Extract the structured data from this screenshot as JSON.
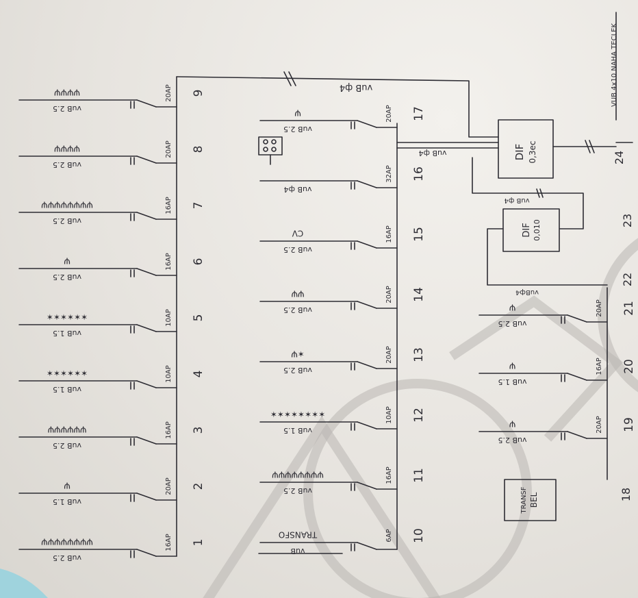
{
  "diagram": {
    "supply_label": "VUB 4x10 NAHA TECLEK",
    "main_feed_label": "vuB ф4",
    "rcd_main": {
      "line1": "DIF",
      "line2": "0,3ec",
      "number": "24",
      "feed_label": "vuB ф4"
    },
    "rcd_2": {
      "line1": "DIF",
      "line2": "0,010",
      "number": "23",
      "feed_in_label": "vuB ф4",
      "feed_out_label": "vuBф4"
    },
    "number_22": "22",
    "transformer": {
      "line1": "TRANSF",
      "line2": "BEL",
      "number": "18"
    },
    "top_row": [
      {
        "num": "1",
        "breaker": "16AP",
        "cable": "vuB 2.5",
        "symbols": "ΨΨΨΨΨΨΨΨ"
      },
      {
        "num": "2",
        "breaker": "20AP",
        "cable": "vuB 1.5",
        "symbols": "Ψ"
      },
      {
        "num": "3",
        "breaker": "16AP",
        "cable": "vuB 2.5",
        "symbols": "ΨΨΨΨΨΨ"
      },
      {
        "num": "4",
        "breaker": "10AP",
        "cable": "vuB 1.5",
        "symbols": "✶✶✶✶✶✶"
      },
      {
        "num": "5",
        "breaker": "10AP",
        "cable": "vuB 1.5",
        "symbols": "✶✶✶✶✶✶"
      },
      {
        "num": "6",
        "breaker": "16AP",
        "cable": "vuB 2.5",
        "symbols": "Ψ"
      },
      {
        "num": "7",
        "breaker": "16AP",
        "cable": "vuB 2.5",
        "symbols": "ΨΨΨΨΨΨΨΨ"
      },
      {
        "num": "8",
        "breaker": "20AP",
        "cable": "vuB 2.5",
        "symbols": "ΨΨΨΨ"
      },
      {
        "num": "9",
        "breaker": "20AP",
        "cable": "vuB 2.5",
        "symbols": "ΨΨΨΨ"
      }
    ],
    "mid_row": [
      {
        "num": "10",
        "breaker": "6AP",
        "cable": "vuB",
        "symbols": "TRANSFO"
      },
      {
        "num": "11",
        "breaker": "16AP",
        "cable": "vuB 2.5",
        "symbols": "ΨΨΨΨΨΨΨΨ"
      },
      {
        "num": "12",
        "breaker": "10AP",
        "cable": "vuB 1.5",
        "symbols": "✶✶✶✶✶✶✶✶"
      },
      {
        "num": "13",
        "breaker": "20AP",
        "cable": "vuB 2.5",
        "symbols": "✶Ψ"
      },
      {
        "num": "14",
        "breaker": "20AP",
        "cable": "vuB 2.5",
        "symbols": "ΨΨ"
      },
      {
        "num": "15",
        "breaker": "16AP",
        "cable": "vuB 2.5",
        "symbols": "CV"
      },
      {
        "num": "16",
        "breaker": "32AP",
        "cable": "vuB ф4",
        "symbols": ""
      },
      {
        "num": "17",
        "breaker": "20AP",
        "cable": "vuB 2.5",
        "symbols": "Ψ"
      }
    ],
    "bottom_row": [
      {
        "num": "19",
        "breaker": "20AP",
        "cable": "vuB 2.5",
        "symbols": "Ψ"
      },
      {
        "num": "20",
        "breaker": "16AP",
        "cable": "vuB 1.5",
        "symbols": "Ψ"
      },
      {
        "num": "21",
        "breaker": "20AP",
        "cable": "vuB 2.5",
        "symbols": "Ψ"
      }
    ]
  }
}
